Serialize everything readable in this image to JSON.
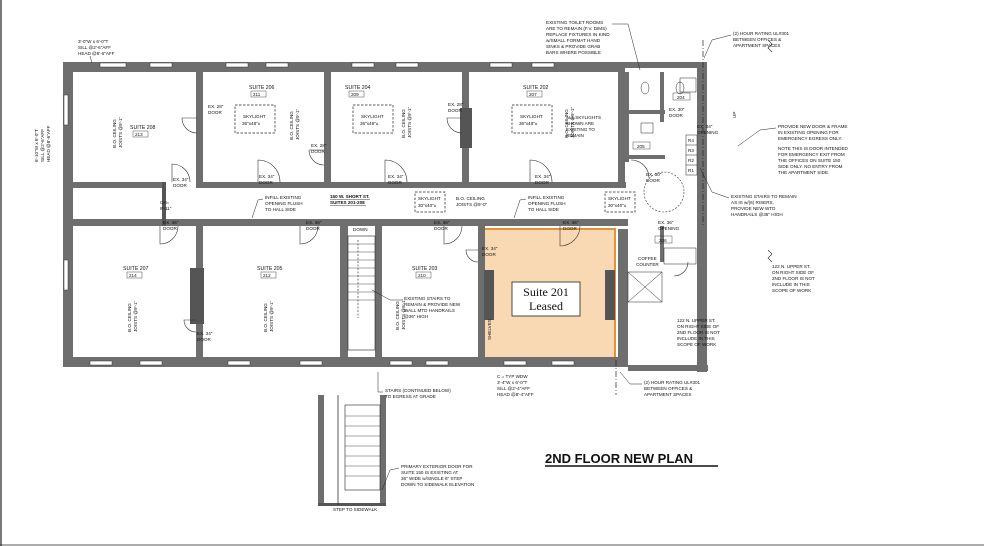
{
  "title": "2ND FLOOR NEW PLAN",
  "leased_label": {
    "line1": "Suite 201",
    "line2": "Leased"
  },
  "colors": {
    "leased_fill": "#f9d9b3",
    "leased_stroke": "#e69138",
    "wall": "#6e6e6e"
  },
  "suites": {
    "s206": {
      "name": "SUITE 206",
      "num": "211"
    },
    "s204": {
      "name": "SUITE 204",
      "num": "209"
    },
    "s202": {
      "name": "SUITE 202",
      "num": "207"
    },
    "s208": {
      "name": "SUITE 208",
      "num": "213"
    },
    "s207": {
      "name": "SUITE 207",
      "num": "214"
    },
    "s205": {
      "name": "SUITE 205",
      "num": "212"
    },
    "s203": {
      "name": "SUITE 203",
      "num": "210"
    }
  },
  "rooms": {
    "r204": "204",
    "r205": "205",
    "r206": "206"
  },
  "skylights": {
    "sk1": {
      "l1": "SKYLIGHT",
      "l2": "36\"x48\"±"
    },
    "sk2": {
      "l1": "SKYLIGHT",
      "l2": "36\"x48\"±"
    },
    "sk3": {
      "l1": "SKYLIGHT",
      "l2": "36\"x48\"±"
    },
    "sk4": {
      "l1": "SKYLIGHT",
      "l2": "30\"x40\"±"
    },
    "sk5": {
      "l1": "SKYLIGHT",
      "l2": "30\"x40\"±"
    }
  },
  "doors": {
    "d1": "EX. 28\"",
    "d2": "EX. 28\"",
    "d3": "EX. 28\"",
    "d4": "EX. 28\"",
    "d5": "EX. 34\"",
    "d6": "EX. 34\"",
    "d7": "EX. 34\"",
    "d8": "EX. 34\"",
    "d9": "EX. 30\"",
    "d10": "EX. 30\"",
    "d11": "EX. 36\"",
    "d12": "EX. 36\"",
    "d13": "EX. 36\"",
    "d14": "EX. 36\"",
    "d15": "EX. 36\"",
    "d16": "EX. 34\"",
    "d17": "EX. 34\"",
    "d18": "EX. 34\"",
    "door_word": "DOOR",
    "opening_word": "OPENING"
  },
  "ceiling": {
    "l1": "B.O. CEILING",
    "l2": "JOISTS @9'-1\""
  },
  "ceiling_alt": {
    "l1": "B.O. CEILING",
    "l2": "JOISTS @9'-0\""
  },
  "notes": {
    "toilet": [
      "EXISTING TOILET ROOMS",
      "ARE TO REMAIN (F.V. DIMS)",
      "REPLACE FIXTURES IN KIND",
      "w/SMALL FORMAT HAND",
      "SINKS & PROVIDE GRAB",
      "BARS WHERE POSSIBLE"
    ],
    "hour_top": [
      "(2) HOUR RATING UL#301",
      "BETWEEN OFFICES &",
      "APARTMENT SPACES"
    ],
    "hour_bottom": [
      "(2) HOUR RATING UL#301",
      "BETWEEN OFFICES &",
      "APARTMENT SPACES"
    ],
    "new_door": [
      "PROVIDE NEW DOOR & FRAME",
      "IN EXISTING OPENING FOR",
      "EMERGENCY EGRESS ONLY."
    ],
    "emergency": [
      "NOTE THIS IS DOOR INTENDED",
      "FOR EMERGENCY EXIT FROM",
      "THE OFFICES ON SUITE 150",
      "SIDE ONLY. NO ENTRY FROM",
      "THE APARTMENT SIDE."
    ],
    "stairs_remain": [
      "EXISTING STAIRS TO REMAIN",
      "AS IS w/(6) RISERS.",
      "PROVIDE NEW WTD",
      "HANDRAILS @36\" HIGH"
    ],
    "upper_right": [
      "122 N. UPPER ST.",
      "ON RIGHT SIDE OF",
      "2ND FLOOR IS NOT",
      "INCLUDE IN THIS",
      "SCOPE OF WORK"
    ],
    "upper_mid": [
      "122 N. UPPER ST.",
      "ON RIGHT SIDE OF",
      "2ND FLOOR IS NOT",
      "INCLUDE IN THIS",
      "SCOPE OF WORK"
    ],
    "infill_left": [
      "INFILL EXISTING",
      "OPENING FLUSH",
      "TO HALL SIDE"
    ],
    "infill_right": [
      "INFILL EXISTING",
      "OPENING FLUSH",
      "TO HALL SIDE"
    ],
    "short_st": [
      "150 W. SHORT ST.",
      "SUITES 201-208"
    ],
    "skylights_remain": [
      "ALL SKYLIGHTS",
      "SHOWN ARE",
      "EXISTING TO",
      "REMAIN"
    ],
    "existing_stairs": [
      "EXISTING STAIRS TO",
      "REMAIN & PROVIDE NEW",
      "WALL MTD HANDRAILS",
      "@36\" HIGH"
    ],
    "stairs_cont": [
      "STAIRS (CONTINUED BELOW)",
      "TO EGRESS AT GRADE"
    ],
    "primary_door": [
      "PRIMARY EXTERIOR DOOR FOR",
      "SUITE 150 IS EXISTING AT",
      "36\" WIDE w/SINGLE 6\" STEP",
      "DOWN TO SIDEWALK ELEVATION"
    ],
    "window_top": [
      "3'-0\"W x 6'-0\"T",
      "SILL @2'-6\"AFF",
      "HEAD @8'-6\"AFF"
    ],
    "window_left": [
      "6'-10\"W x 6'-0\"T",
      "SILL @2'-6\"AFF",
      "HEAD @8'-6\"AFF"
    ],
    "window_bottom": [
      "C = TYP WDW",
      "3'-4\"W x 6'-0\"T",
      "SILL @2'-4\"AFF",
      "HEAD @8'-4\"AFF"
    ],
    "ch": [
      "CH=",
      "8'-11\""
    ],
    "step": "STEP TO SIDEWALK",
    "shelves": "SHELVES",
    "coffee": [
      "COFFEE",
      "COUNTER"
    ],
    "down": "DOWN",
    "up": "UP",
    "risers": [
      "R4",
      "R3",
      "R2",
      "R1"
    ]
  }
}
